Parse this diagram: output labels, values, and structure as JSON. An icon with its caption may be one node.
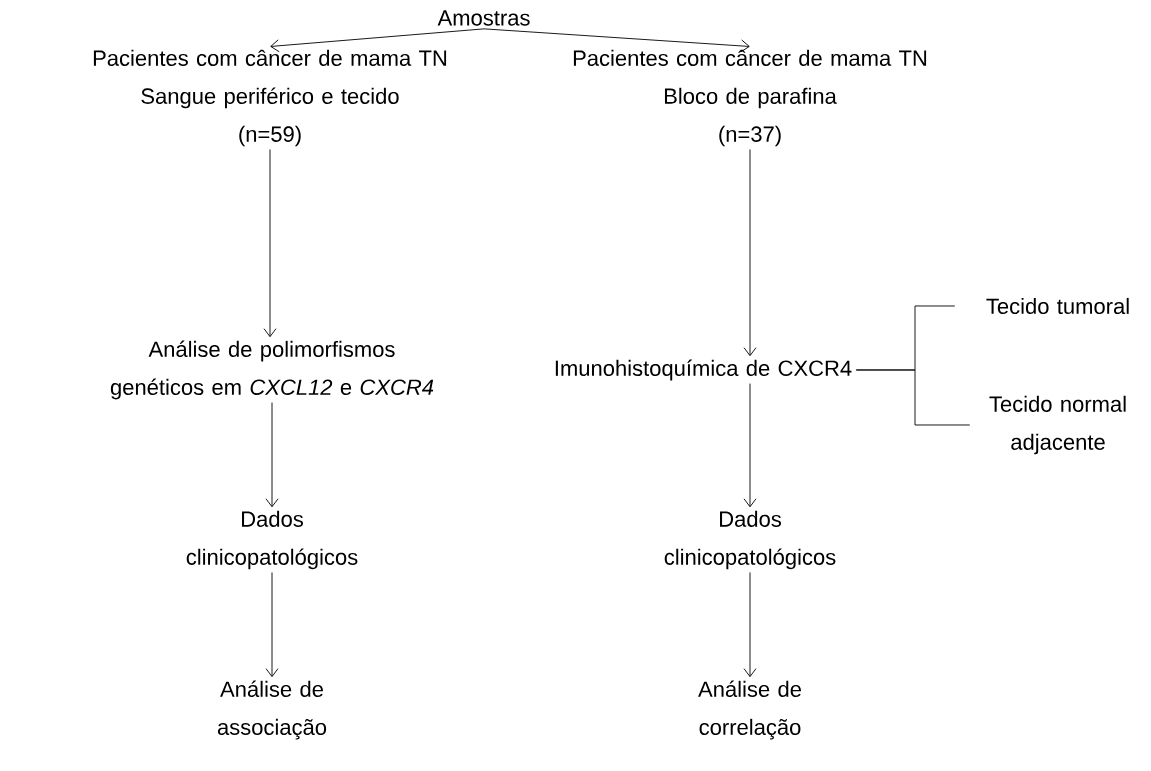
{
  "diagram": {
    "nodes": [
      {
        "text": [
          "Amostras"
        ]
      },
      {
        "text": [
          "Pacientes com câncer de mama TN",
          "Sangue periférico e tecido",
          "(n=59)"
        ]
      },
      {
        "text": [
          "Pacientes com câncer de mama TN",
          "Bloco de parafina",
          "(n=37)"
        ]
      },
      {
        "text": [
          "Análise de polimorfismos genéticos em *CXCL12* e *CXCR4*"
        ]
      },
      {
        "text": [
          "Imunohistoquímica de CXCR4"
        ]
      },
      {
        "text": [
          "Tecido tumoral"
        ]
      },
      {
        "text": [
          "Tecido normal adjacente"
        ]
      },
      {
        "text": [
          "Dados clinicopatológicos"
        ]
      },
      {
        "text": [
          "Dados clinicopatológicos"
        ]
      },
      {
        "text": [
          "Análise de associação"
        ]
      },
      {
        "text": [
          "Análise de correlação"
        ]
      }
    ],
    "edges": [
      {
        "from": 0,
        "to": 1,
        "arrow": "to"
      },
      {
        "from": 0,
        "to": 2,
        "arrow": "to"
      },
      {
        "from": 1,
        "to": 3,
        "arrow": "to"
      },
      {
        "from": 2,
        "to": 4,
        "arrow": "to"
      },
      {
        "from": 4,
        "to": 5,
        "arrow": "none"
      },
      {
        "from": 4,
        "to": 6,
        "arrow": "none"
      },
      {
        "from": 3,
        "to": 7,
        "arrow": "to"
      },
      {
        "from": 4,
        "to": 8,
        "arrow": "to"
      },
      {
        "from": 7,
        "to": 9,
        "arrow": "to"
      },
      {
        "from": 8,
        "to": 10,
        "arrow": "to"
      }
    ]
  }
}
